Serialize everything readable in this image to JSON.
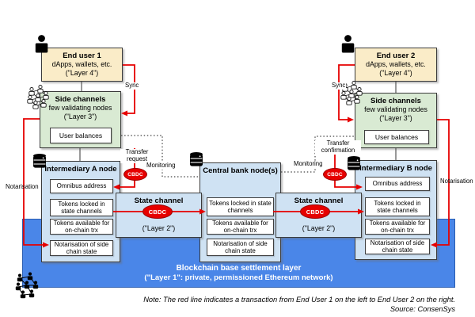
{
  "colors": {
    "end_user_fill": "#faecc8",
    "side_channels_fill": "#d9ead3",
    "node_fill": "#cfe2f3",
    "base_layer_fill": "#4a86e8",
    "transaction_red": "#e60000"
  },
  "end_user_1": {
    "title": "End user 1",
    "line1": "dApps, wallets, etc.",
    "line2": "(\"Layer 4\")"
  },
  "end_user_2": {
    "title": "End user 2",
    "line1": "dApps, wallets, etc.",
    "line2": "(\"Layer 4\")"
  },
  "side_channels_left": {
    "title": "Side channels",
    "line1": "few validating nodes",
    "line2": "(\"Layer 3\")",
    "user_balances": "User balances"
  },
  "side_channels_right": {
    "title": "Side channels",
    "line1": "few validating nodes",
    "line2": "(\"Layer 3\")",
    "user_balances": "User balances"
  },
  "intermediary_a": {
    "title": "Intermediary A node",
    "items": [
      "Omnibus address",
      "Tokens locked in state channels",
      "Tokens available for on-chain trx",
      "Notarisation of side chain state"
    ]
  },
  "central_bank": {
    "title": "Central bank node(s)",
    "items": [
      "Tokens locked in state channels",
      "Tokens available for on-chain trx",
      "Notarisation of side chain state"
    ]
  },
  "intermediary_b": {
    "title": "Intermediary B node",
    "items": [
      "Omnibus address",
      "Tokens locked in state channels",
      "Tokens available for on-chain trx",
      "Notarisation of side chain state"
    ]
  },
  "state_channel_left": {
    "title": "State channel",
    "badge": "CBDC",
    "layer": "(\"Layer 2\")"
  },
  "state_channel_right": {
    "title": "State channel",
    "badge": "CBDC",
    "layer": "(\"Layer 2\")"
  },
  "base_layer": {
    "title": "Blockchain base settlement layer",
    "subtitle": "(\"Layer 1\": private, permissioned Ethereum network)"
  },
  "flow_labels": {
    "sync_left": "Sync",
    "sync_right": "Sync",
    "transfer_request": "Transfer request",
    "transfer_confirmation": "Transfer confirmation",
    "monitoring_left": "Monitoring",
    "monitoring_right": "Monitoring",
    "notarisation_left": "Notarisation",
    "notarisation_right": "Notarisation",
    "cbdc_request": "CBDC",
    "cbdc_confirmation": "CBDC"
  },
  "note": {
    "line1": "Note: The red line indicates a transaction from End User 1 on the left to End User 2 on the right.",
    "line2": "Source: ConsenSys"
  }
}
